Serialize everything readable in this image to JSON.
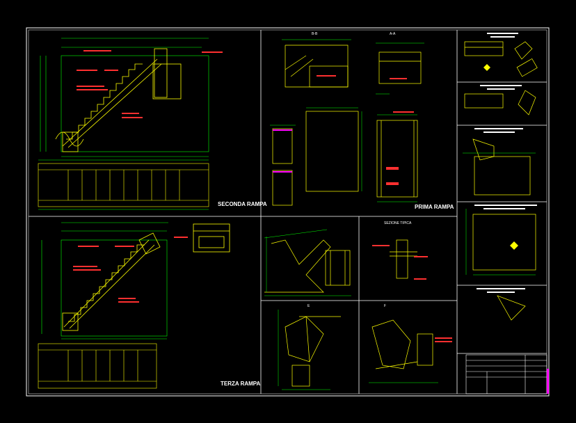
{
  "drawing": {
    "colors": {
      "background": "#000000",
      "frame": "#ffffff",
      "structure": "#ffff00",
      "dimension": "#00ff00",
      "note": "#ff3030",
      "hatch": "#00c8ff",
      "accent": "#ff00ff"
    },
    "views": {
      "seconda": {
        "title": "SECONDA RAMPA"
      },
      "prima": {
        "title": "PRIMA RAMPA"
      },
      "terza": {
        "title": "TERZA RAMPA"
      },
      "section_bb": {
        "title": "B-B"
      },
      "section_aa": {
        "title": "A-A"
      },
      "sezione_tipica": {
        "title": "SEZIONE TIPICA"
      },
      "detail_e": {
        "title": "E"
      },
      "detail_f": {
        "title": "F"
      }
    }
  }
}
